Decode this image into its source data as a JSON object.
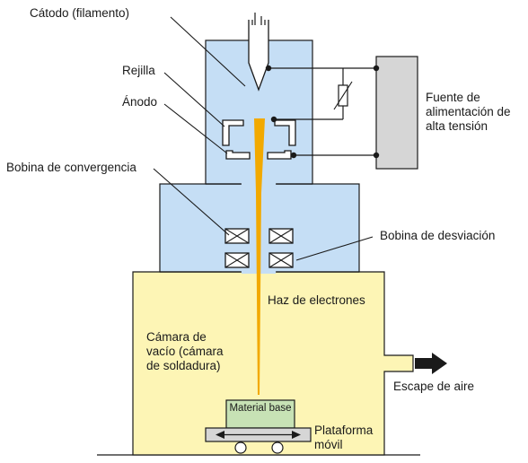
{
  "labels": {
    "cathode": "Cátodo (filamento)",
    "grid": "Rejilla",
    "anode": "Ánodo",
    "focus_coil": "Bobina de convergencia",
    "power_supply": "Fuente de alimentación de alta tensión",
    "deflection_coil": "Bobina de desviación",
    "electron_beam": "Haz de electrones",
    "vacuum_chamber": "Cámara de vacío (cámara de soldadura)",
    "base_material": "Material base",
    "platform": "Plataforma móvil",
    "air_exhaust": "Escape de aire"
  },
  "colors": {
    "gun_column": "#c5def5",
    "vacuum_chamber": "#fdf5b5",
    "power_supply": "#d6d6d6",
    "base_material": "#c7e2b5",
    "platform": "#d6d6d6",
    "beam": "#f2a900",
    "outline": "#1a1a1a"
  },
  "icons": [
    "coil-x-icon",
    "exhaust-arrow-icon",
    "resistor-icon",
    "battery-icon"
  ]
}
